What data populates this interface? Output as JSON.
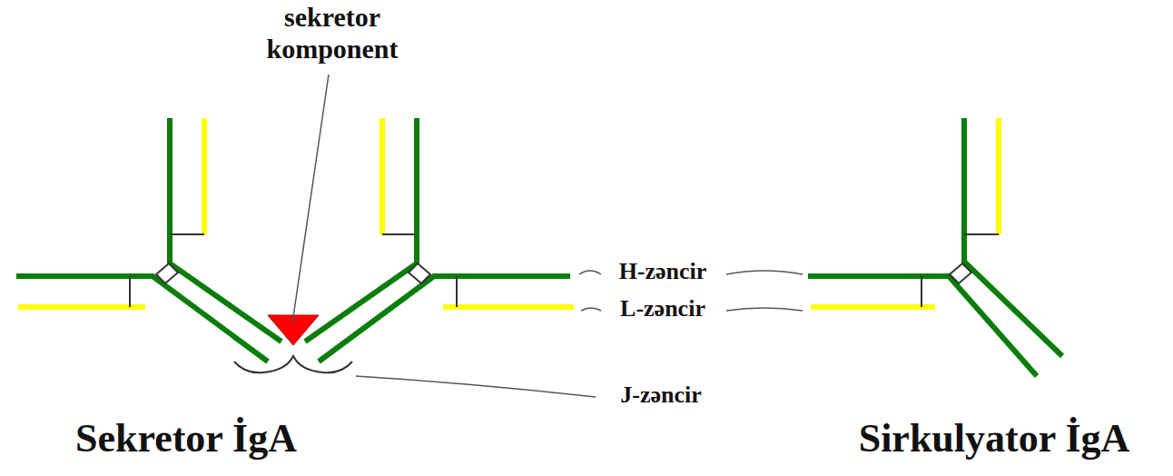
{
  "diagram": {
    "labels": [
      "sekretor komponent",
      "H-zəncir",
      "L-zəncir",
      "J-zəncir",
      "Sekretor İgA",
      "Sirkulyator İgA"
    ]
  }
}
